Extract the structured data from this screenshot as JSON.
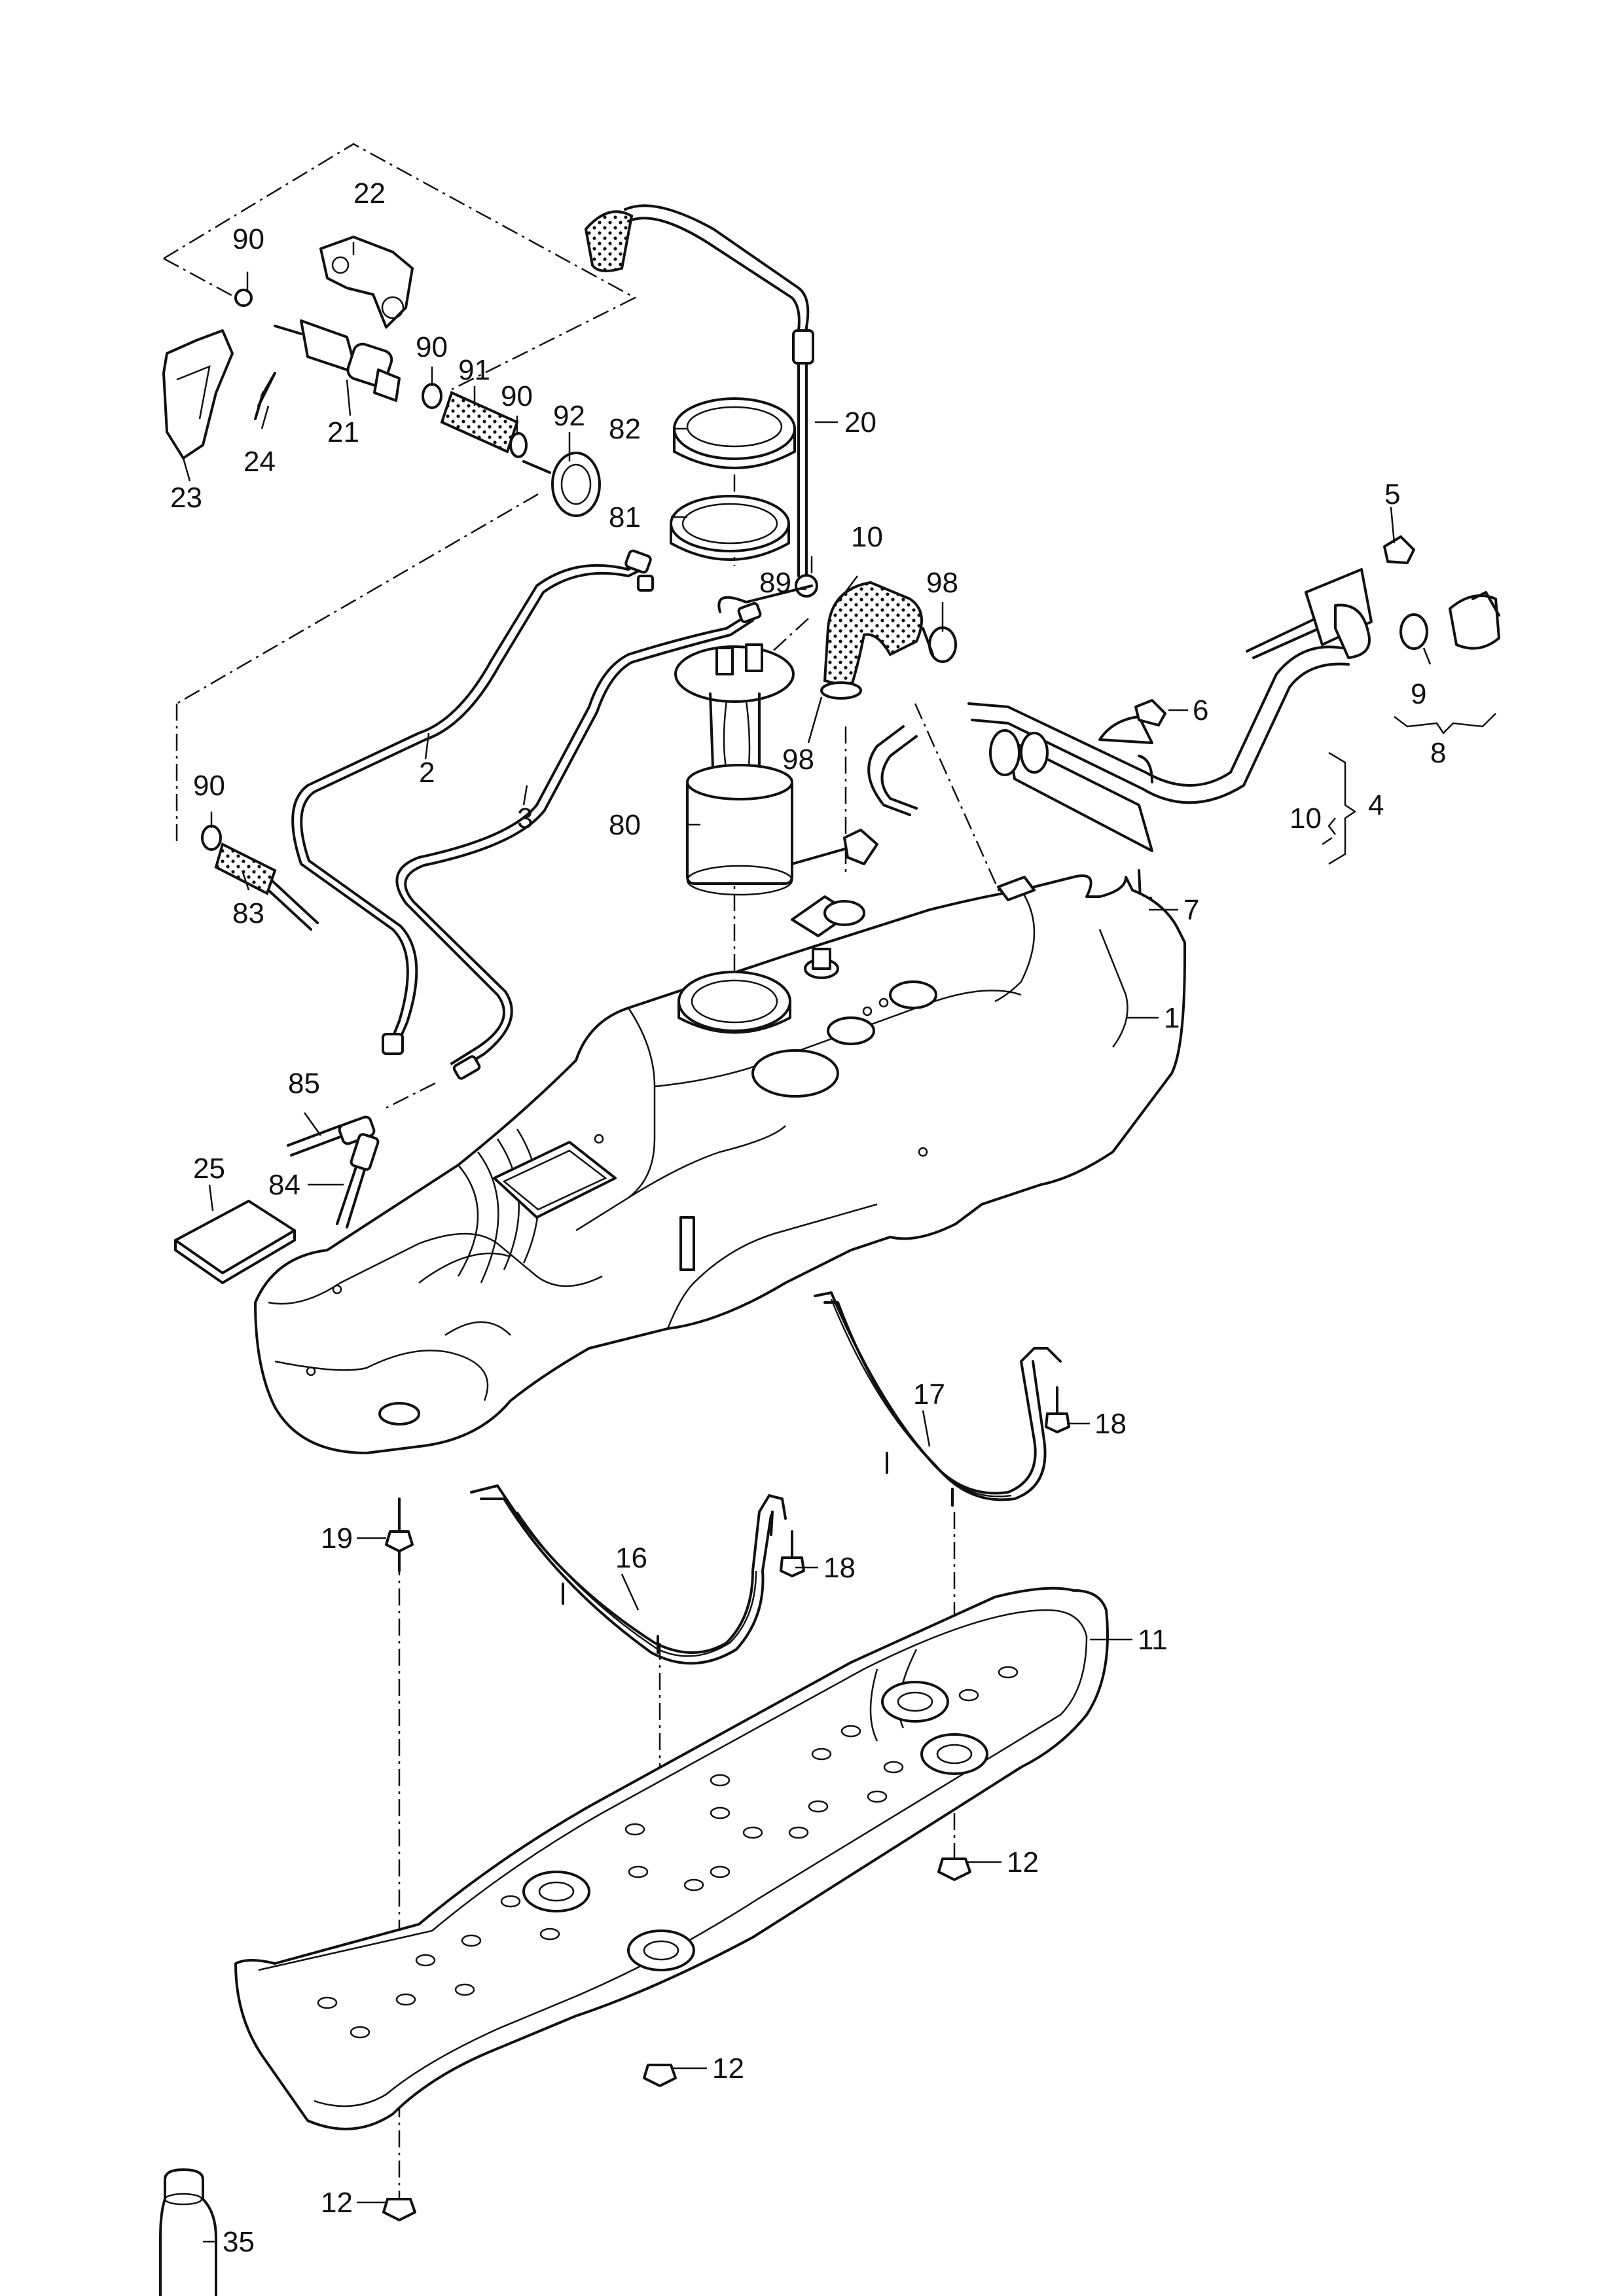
{
  "diagram": {
    "type": "exploded-parts-diagram",
    "callouts": {
      "c1": "1",
      "c2": "2",
      "c3": "3",
      "c4": "4",
      "c5": "5",
      "c6": "6",
      "c7": "7",
      "c8": "8",
      "c9": "9",
      "c10a": "10",
      "c10b": "10",
      "c11": "11",
      "c12a": "12",
      "c12b": "12",
      "c12c": "12",
      "c16": "16",
      "c17": "17",
      "c18a": "18",
      "c18b": "18",
      "c19": "19",
      "c20": "20",
      "c21": "21",
      "c22": "22",
      "c23": "23",
      "c24": "24",
      "c25": "25",
      "c35": "35",
      "c80": "80",
      "c81": "81",
      "c82": "82",
      "c83": "83",
      "c84": "84",
      "c85": "85",
      "c89": "89",
      "c90a": "90",
      "c90b": "90",
      "c90c": "90",
      "c90d": "90",
      "c91": "91",
      "c92": "92",
      "c98a": "98",
      "c98b": "98"
    }
  }
}
